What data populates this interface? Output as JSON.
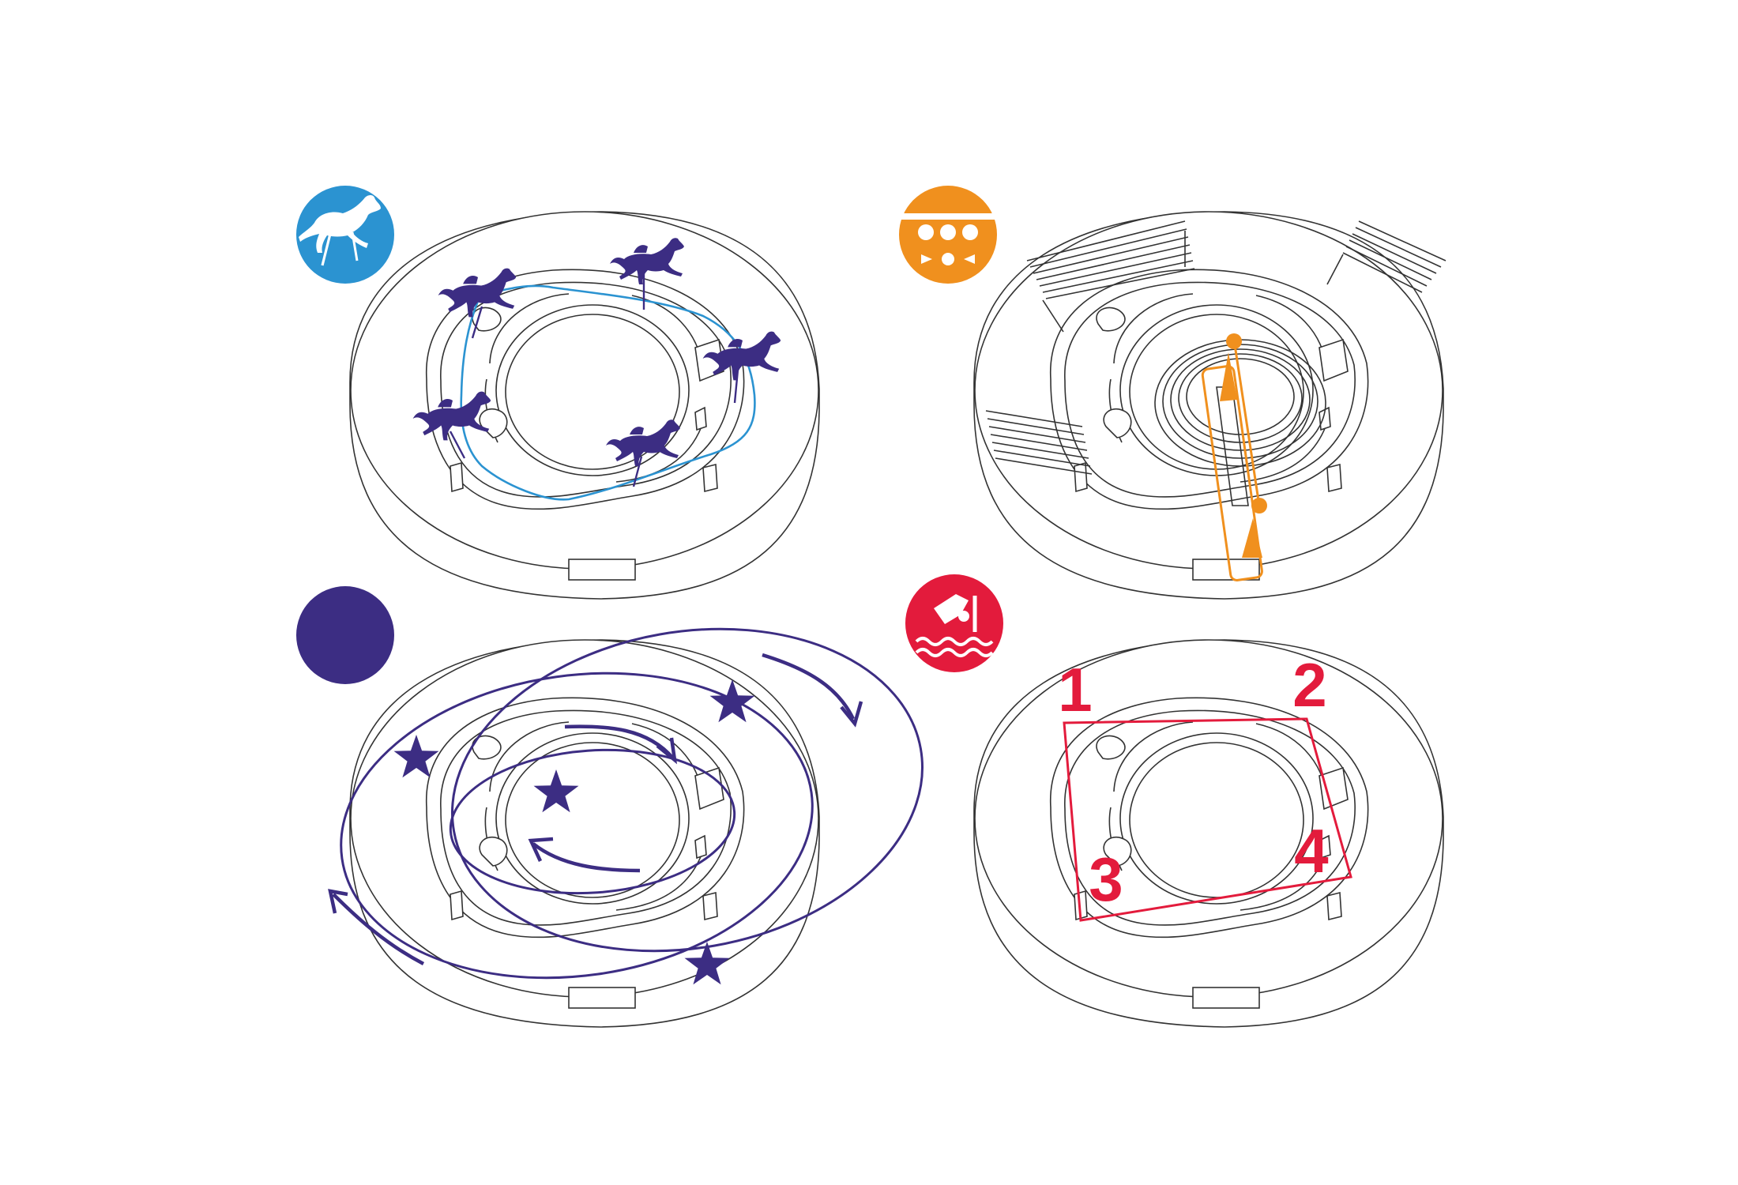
{
  "colors": {
    "equestrian": "#2b93d1",
    "performance": "#f0901e",
    "show": "#3c2d83",
    "swimming": "#e31b3c",
    "linework": "#333333"
  },
  "panels": [
    {
      "id": "equestrian",
      "icon": "horse-rider-icon"
    },
    {
      "id": "performance",
      "icon": "audience-stage-icon"
    },
    {
      "id": "show",
      "icon": "solid-circle-icon"
    },
    {
      "id": "swimming",
      "icon": "diver-waves-icon"
    }
  ],
  "swimming_labels": [
    "1",
    "2",
    "3",
    "4"
  ]
}
